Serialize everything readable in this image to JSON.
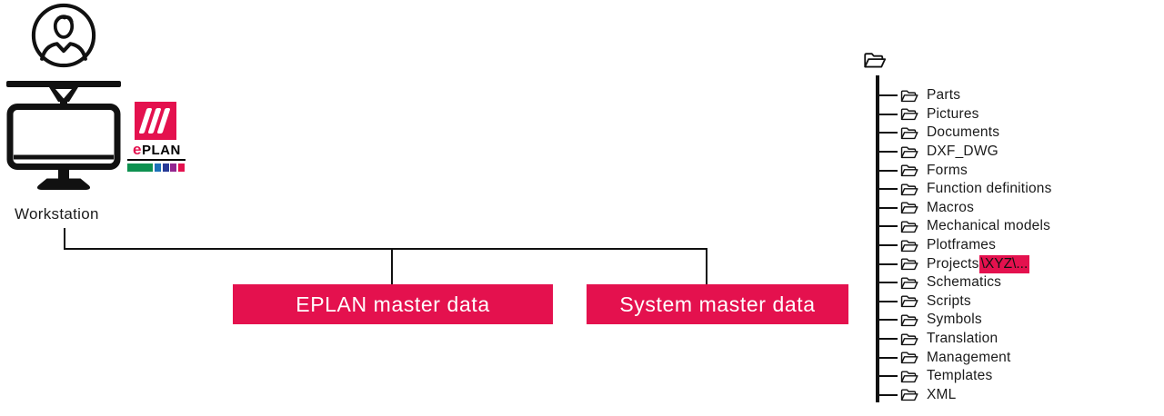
{
  "workstation": {
    "label": "Workstation",
    "icons": [
      "user-avatar-icon",
      "monitor-icon"
    ]
  },
  "eplan_logo": {
    "wordmark_e": "e",
    "wordmark_rest": "PLAN",
    "slashes_icon": "triple-slash-icon"
  },
  "boxes": [
    {
      "id": "eplan-master-data",
      "label": "EPLAN master data"
    },
    {
      "id": "system-master-data",
      "label": "System master data"
    }
  ],
  "tree": {
    "root_icon": "folder-icon",
    "items": [
      {
        "label": "Parts"
      },
      {
        "label": "Pictures"
      },
      {
        "label": "Documents"
      },
      {
        "label": "DXF_DWG"
      },
      {
        "label": "Forms"
      },
      {
        "label": "Function definitions"
      },
      {
        "label": "Macros"
      },
      {
        "label": "Mechanical models"
      },
      {
        "label": "Plotframes"
      },
      {
        "label": "Projects",
        "highlight": "\\XYZ\\..."
      },
      {
        "label": "Schematics"
      },
      {
        "label": "Scripts"
      },
      {
        "label": "Symbols"
      },
      {
        "label": "Translation"
      },
      {
        "label": "Management"
      },
      {
        "label": "Templates"
      },
      {
        "label": "XML"
      }
    ]
  },
  "colors": {
    "accent_red": "#E4114E",
    "line_black": "#111111",
    "logo_green": "#0E9150",
    "logo_blue": "#1D71B8",
    "logo_dark_blue": "#283B97",
    "logo_purple": "#93278F"
  }
}
